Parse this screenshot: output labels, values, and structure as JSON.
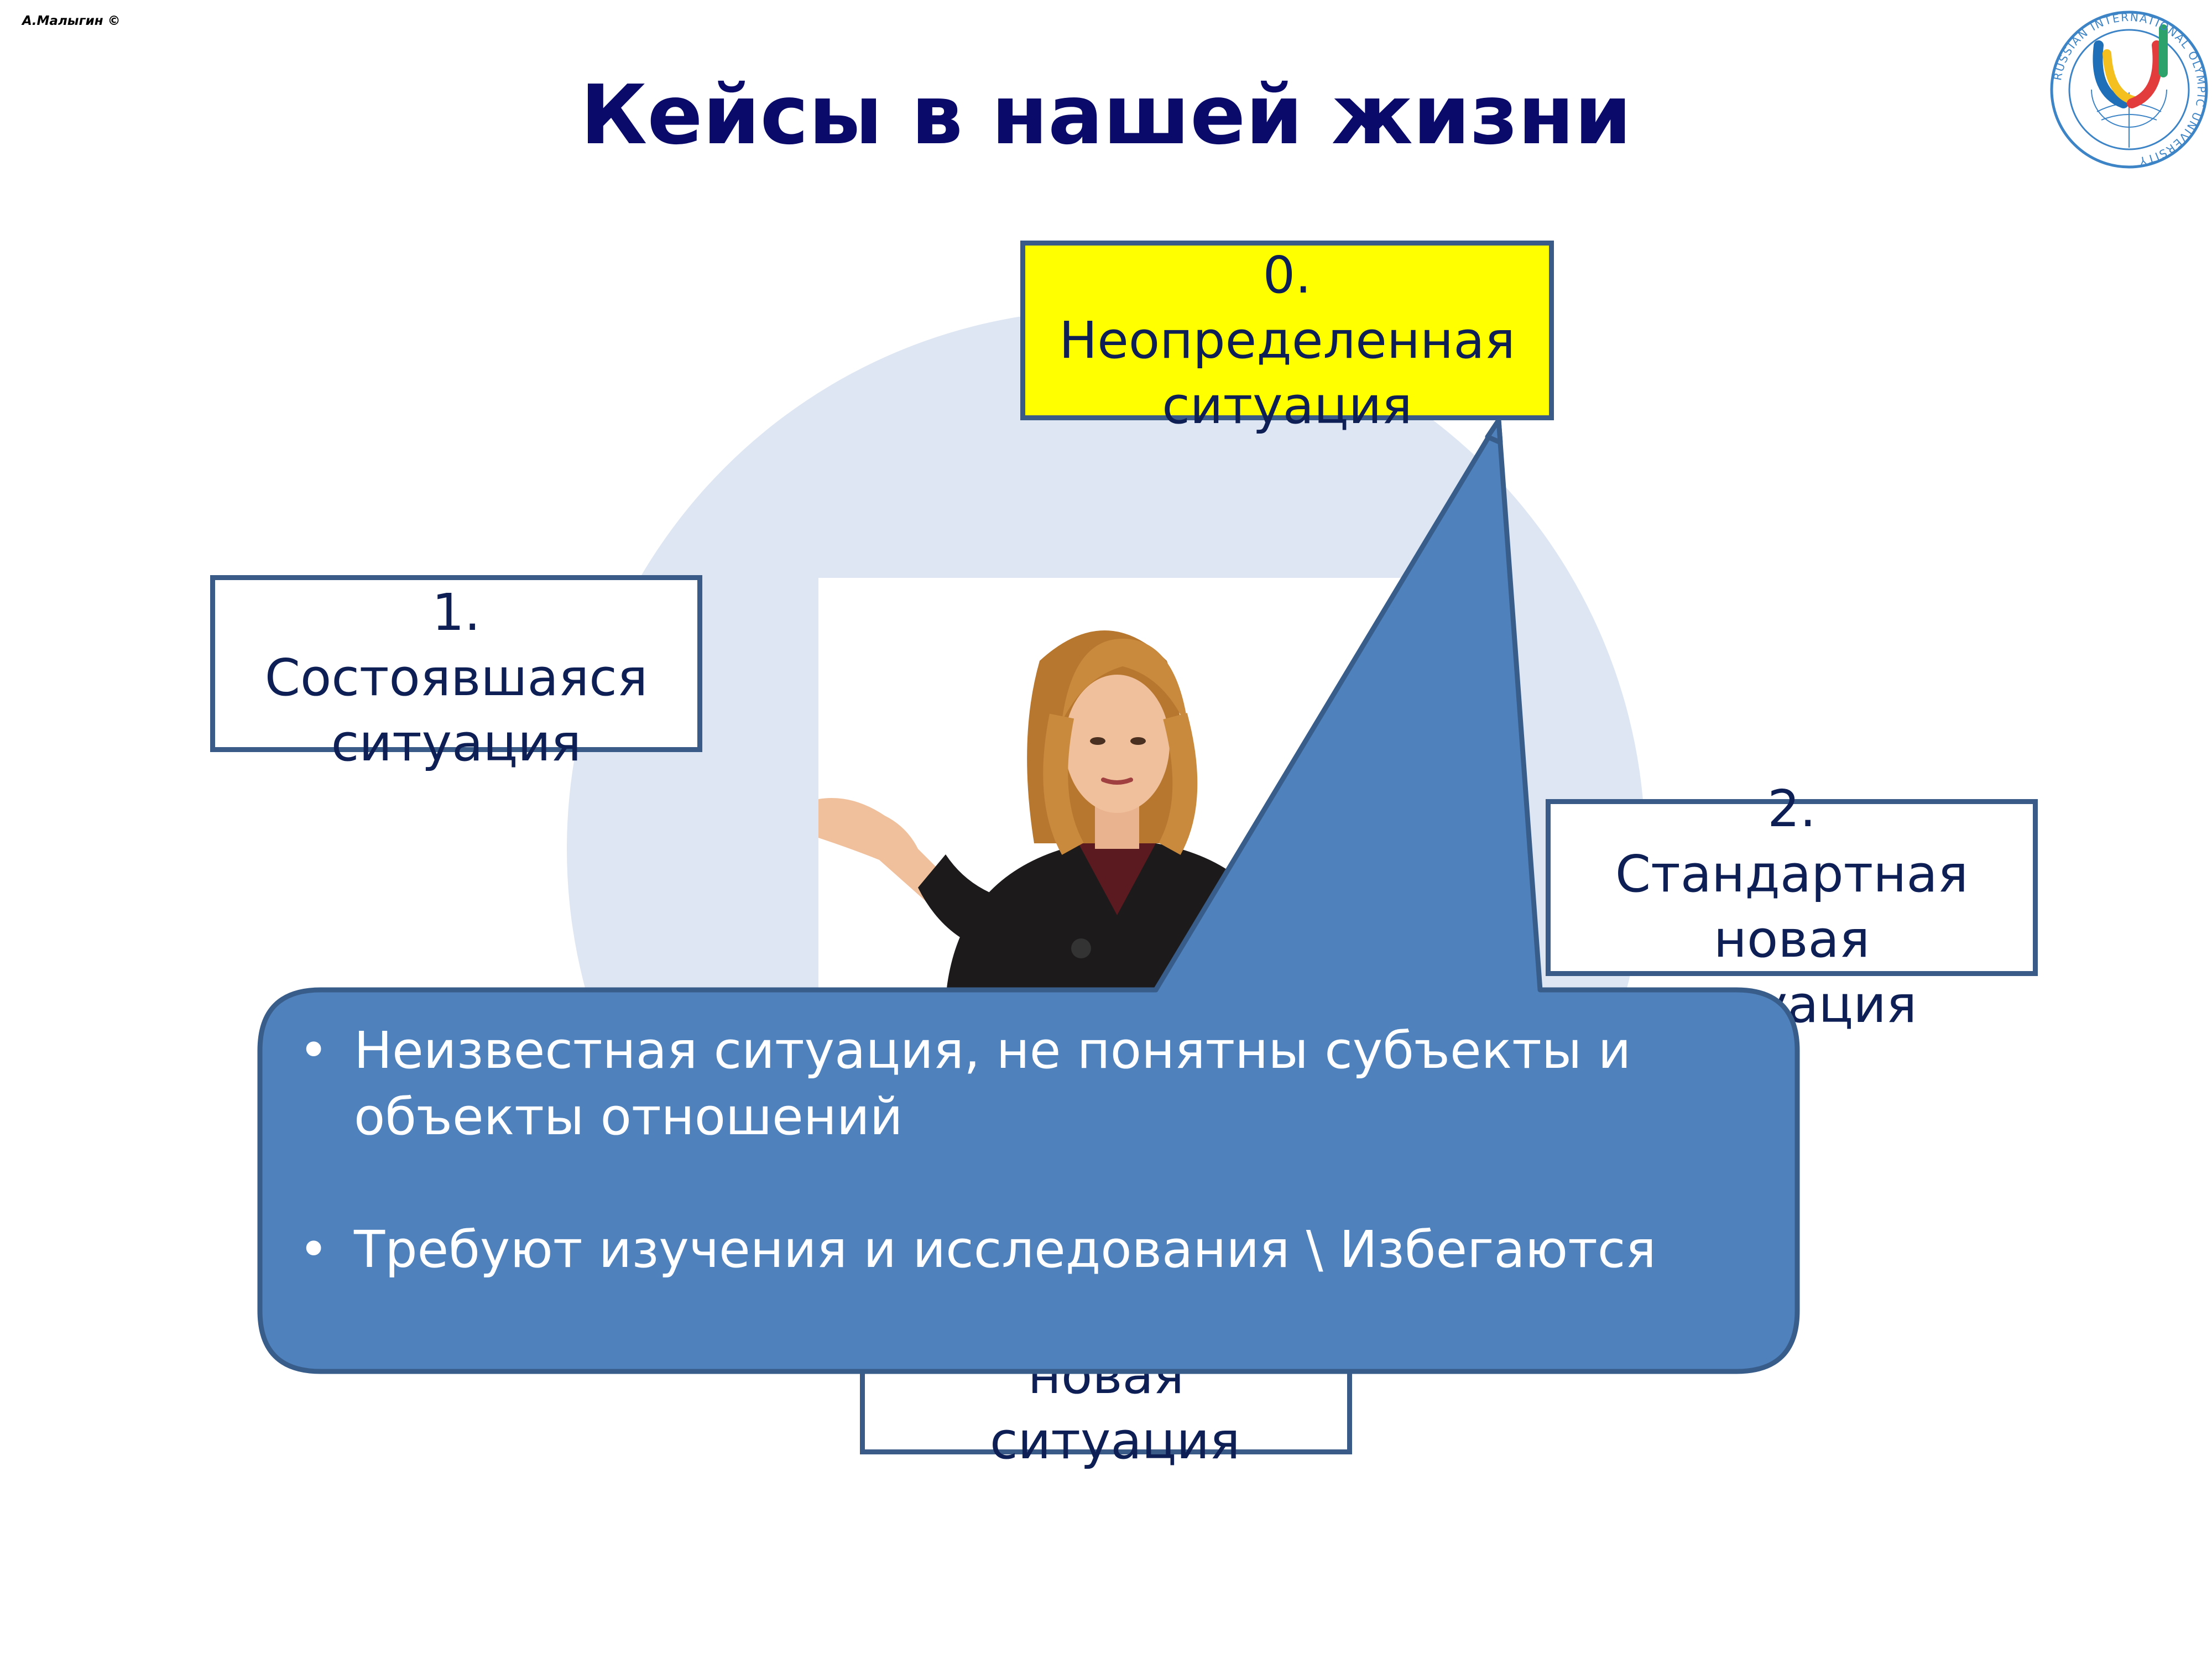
{
  "header": {
    "author": "А.Малыгин ©",
    "title": "Кейсы в нашей жизни"
  },
  "logo": {
    "icon": "russian-international-olympic-university-logo",
    "ring_text": "RUSSIAN INTERNATIONAL OLYMPIC UNIVERSITY",
    "colors": [
      "#1e6fb8",
      "#f4c020",
      "#e23c3c",
      "#2da36b"
    ]
  },
  "boxes": {
    "box0": {
      "number": "0.",
      "label": "Неопределенная ситуация"
    },
    "box1": {
      "number": "1.",
      "label": "Состоявшаяся ситуация"
    },
    "box2": {
      "number": "2.",
      "label": "Стандартная новая ситуация"
    },
    "box3": {
      "label": "новая ситуация"
    }
  },
  "callout": {
    "bullets": [
      "Неизвестная ситуация, не понятны субъекты и объекты отношений",
      "Требуют изучения и исследования \\ Избегаются"
    ],
    "bullet_symbol": "•",
    "fill_color": "#4f81bd"
  },
  "photo": {
    "subject": "woman-shrugging-photo"
  },
  "colors": {
    "title": "#0a0a6b",
    "box_border": "#3a5a88",
    "highlight": "#ffff00",
    "circle": "#dde6f2"
  }
}
